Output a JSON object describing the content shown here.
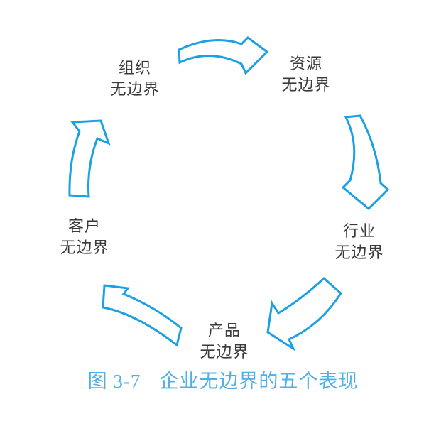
{
  "diagram": {
    "type": "cycle",
    "background_color": "#ffffff",
    "arrow_color": "#1ba1e3",
    "label_color": "#3a3a3a",
    "nodes": [
      {
        "id": "organization",
        "label_line1": "组织",
        "label_line2": "无边界"
      },
      {
        "id": "resources",
        "label_line1": "资源",
        "label_line2": "无边界"
      },
      {
        "id": "industry",
        "label_line1": "行业",
        "label_line2": "无边界"
      },
      {
        "id": "product",
        "label_line1": "产品",
        "label_line2": "无边界"
      },
      {
        "id": "customer",
        "label_line1": "客户",
        "label_line2": "无边界"
      }
    ],
    "arrows": [
      {
        "from": "organization",
        "to": "resources"
      },
      {
        "from": "resources",
        "to": "industry"
      },
      {
        "from": "industry",
        "to": "product"
      },
      {
        "from": "product",
        "to": "customer"
      },
      {
        "from": "customer",
        "to": "organization"
      }
    ],
    "caption": {
      "figure_number": "图 3-7",
      "title": "企业无边界的五个表现",
      "color": "#4fb0e6"
    }
  }
}
